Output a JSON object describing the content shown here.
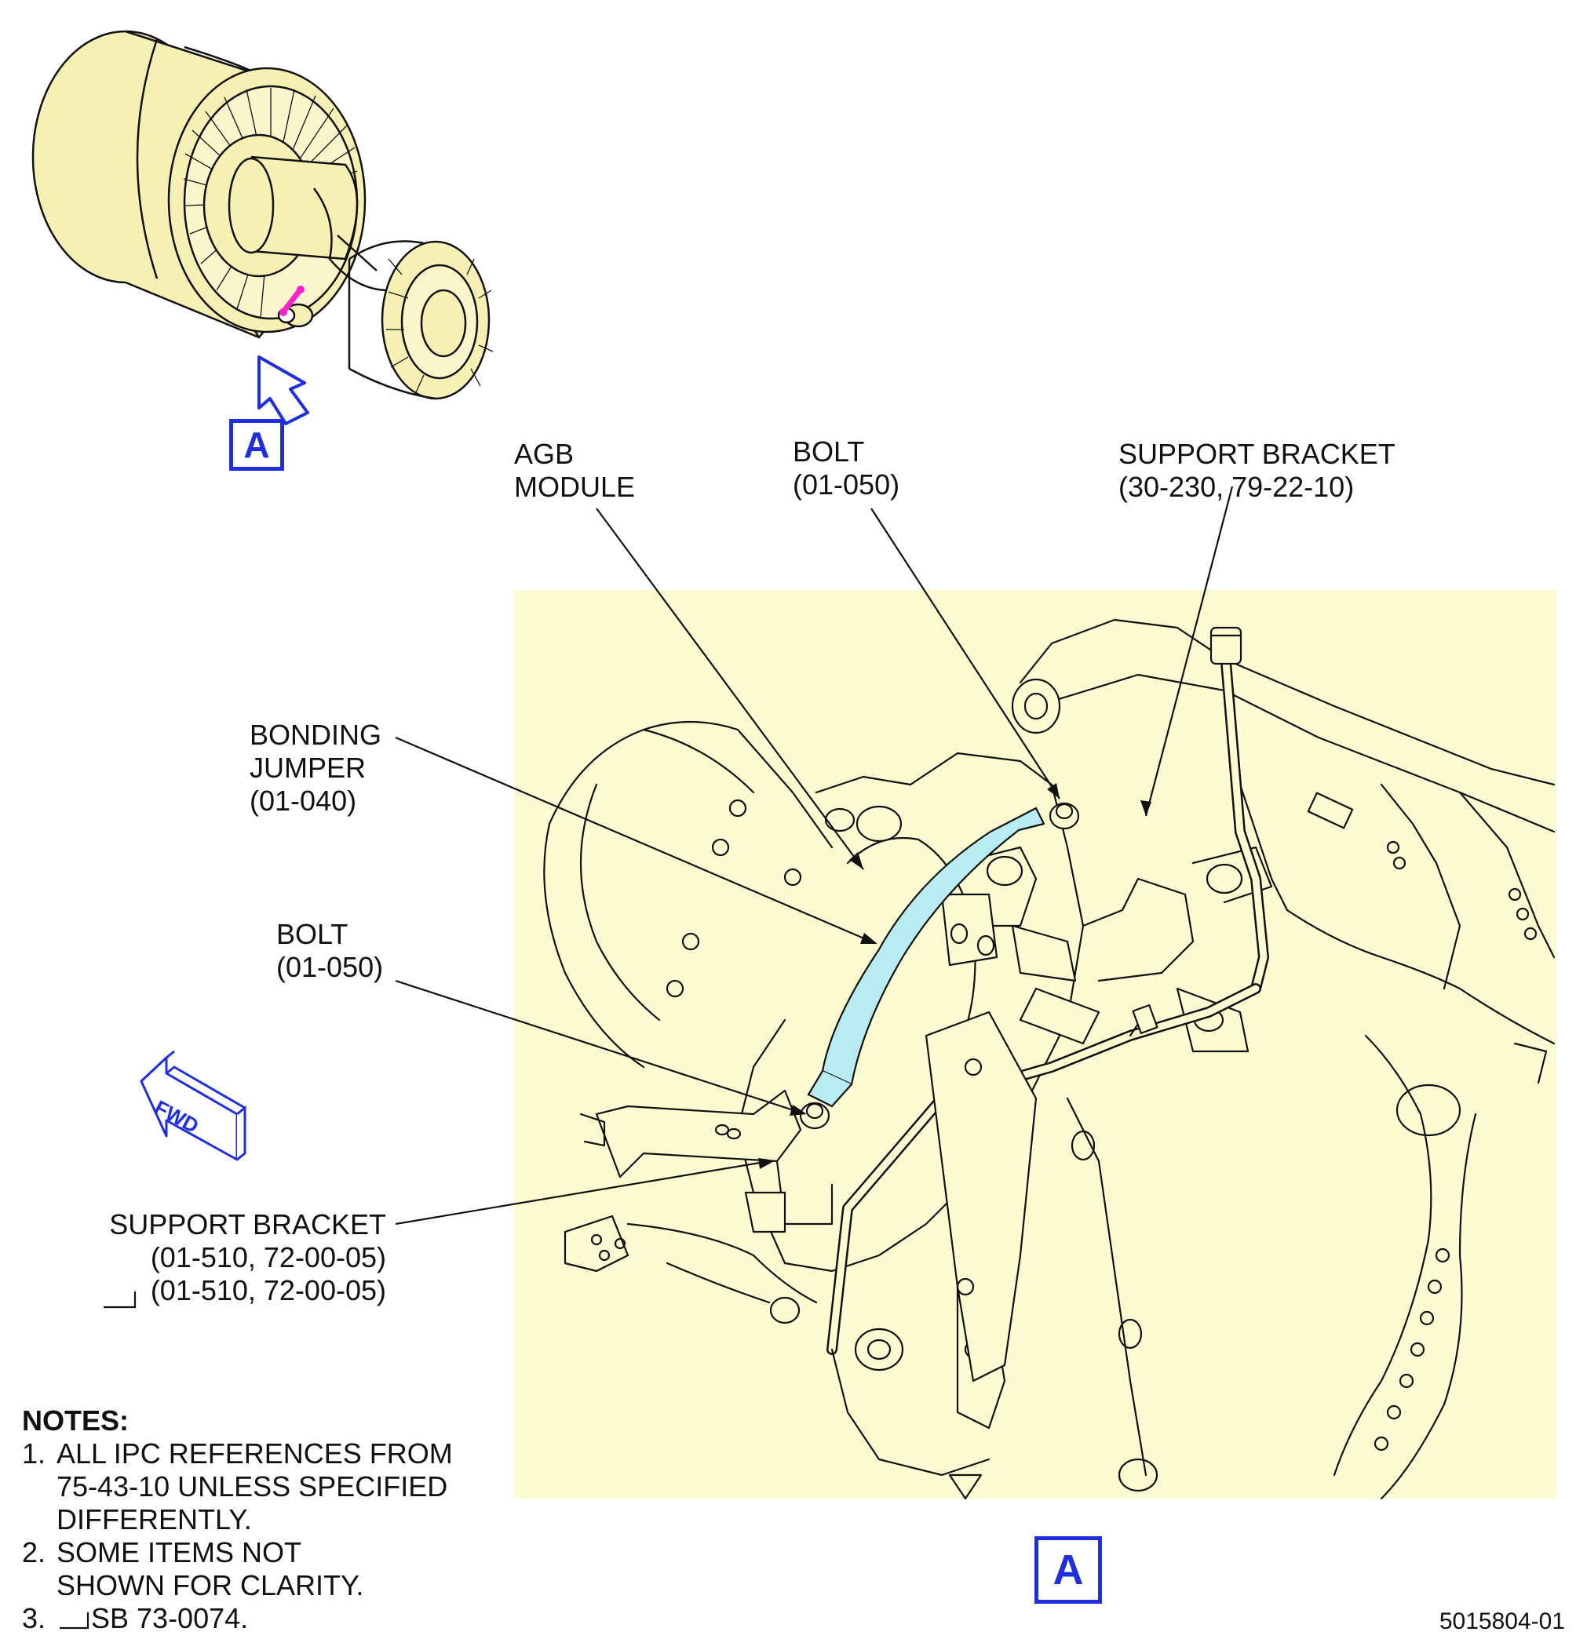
{
  "callouts": {
    "agb_module": [
      "AGB",
      "MODULE"
    ],
    "bolt_top": [
      "BOLT",
      "(01-050)"
    ],
    "support_bracket_top": [
      "SUPPORT BRACKET",
      "(30-230, 79-22-10)"
    ],
    "bonding_jumper": [
      "BONDING",
      "JUMPER",
      "(01-040)"
    ],
    "bolt_mid": [
      "BOLT",
      "(01-050)"
    ],
    "support_bracket_bottom": [
      "SUPPORT BRACKET",
      "(01-510, 72-00-05)",
      "(01-510, 72-00-05)"
    ]
  },
  "view_tags": {
    "top": "A",
    "bottom": "A"
  },
  "fwd_label": "FWD",
  "notes": {
    "heading": "NOTES:",
    "items": [
      {
        "num": "1.",
        "lines": [
          "ALL IPC REFERENCES FROM",
          "75-43-10 UNLESS SPECIFIED",
          "DIFFERENTLY."
        ]
      },
      {
        "num": "2.",
        "lines": [
          "SOME ITEMS NOT",
          "SHOWN FOR CLARITY."
        ]
      },
      {
        "num": "3.",
        "lines": [
          "SB 73-0074."
        ]
      }
    ]
  },
  "figure_number": "5015804-01",
  "colors": {
    "panel_fill": "#fdfbd2",
    "engine_fill": "#f7f0b4",
    "jumper_fill": "#b9ecf2",
    "view_blue": "#1f2fe0",
    "highlight_magenta": "#ff22cc"
  }
}
